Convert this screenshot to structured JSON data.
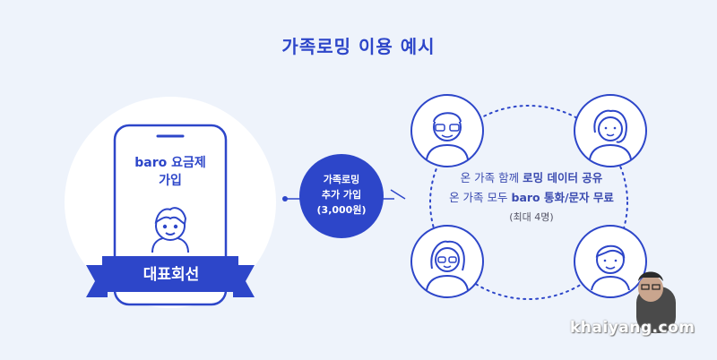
{
  "title": "가족로밍 이용 예시",
  "phone": {
    "line1": "baro 요금제",
    "line2": "가입"
  },
  "ribbon_label": "대표회선",
  "middle": {
    "line1": "가족로밍",
    "line2": "추가 가입",
    "line3": "(3,000원)"
  },
  "info": {
    "line1_prefix": "온 가족 함께 ",
    "line1_bold": "로밍 데이터 공유",
    "line2_prefix": "온 가족 모두 ",
    "line2_bold": "baro 통화/문자 무료",
    "line3": "(최대 4명)"
  },
  "watermark": "khaiyang.com",
  "colors": {
    "accent": "#2d46c9",
    "background": "#eef3fb",
    "white": "#ffffff"
  },
  "icons": [
    "person-icon-representative",
    "dad-icon",
    "mom-icon",
    "grandma-icon",
    "child-icon"
  ]
}
